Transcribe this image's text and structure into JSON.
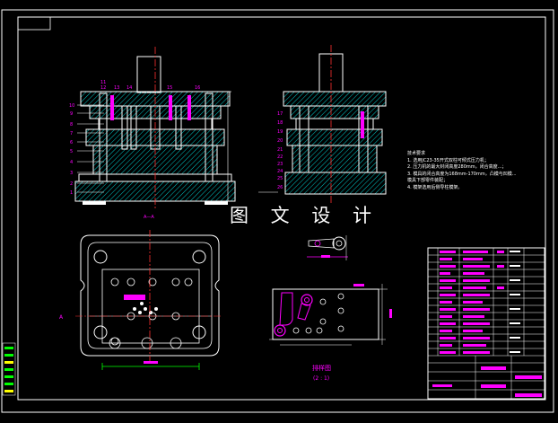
{
  "watermark": "图 文 设 计",
  "section_label": "A—A",
  "layout_label": "排样图",
  "layout_scale": "(2 : 1)",
  "ref_label": "A",
  "notes_title": "技术要求",
  "notes": [
    "1. 选用JC23-35开式双柱可倾式压力机；",
    "2. 压力机的最大封闭高度280mm，闭合高度...；",
    "3. 模具的闭合高度为168mm-170mm，凸模与凹模...",
    "   模具下部零件装配；",
    "4. 模架选用后侧导柱模架。"
  ],
  "part_numbers_front": [
    "11",
    "12",
    "13",
    "14",
    "15",
    "16"
  ],
  "part_numbers_left": [
    "10",
    "9",
    "8",
    "7",
    "6",
    "5",
    "4",
    "3",
    "2",
    "1"
  ],
  "part_numbers_side": [
    "17",
    "18",
    "19",
    "20",
    "21",
    "22",
    "23",
    "24",
    "25",
    "26"
  ],
  "colors": {
    "line": "#ffffff",
    "hatch": "#00c8c8",
    "center": "#ff3030",
    "magenta": "#ff00ff",
    "green": "#00ff00",
    "yellow": "#ffff00",
    "blue": "#3060ff"
  }
}
